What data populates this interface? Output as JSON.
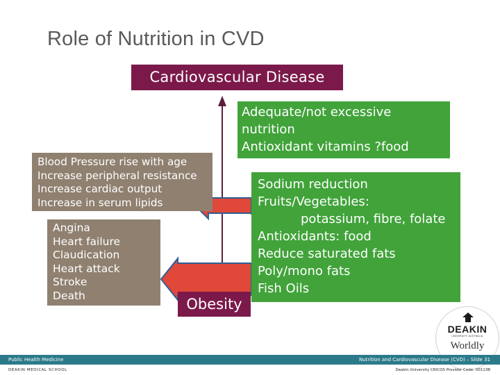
{
  "title": "Role of Nutrition in CVD",
  "cvd_label": "Cardiovascular Disease",
  "obesity_label": "Obesity",
  "green_top": [
    "Adequate/not excessive",
    "nutrition",
    "Antioxidant vitamins ?food"
  ],
  "green_main": [
    {
      "text": "Sodium reduction",
      "indent": false
    },
    {
      "text": "Fruits/Vegetables:",
      "indent": false
    },
    {
      "text": "potassium, fibre, folate",
      "indent": true
    },
    {
      "text": "Antioxidants: food",
      "indent": false
    },
    {
      "text": "Reduce saturated fats",
      "indent": false
    },
    {
      "text": "Poly/mono fats",
      "indent": false
    },
    {
      "text": "Fish Oils",
      "indent": false
    }
  ],
  "gray_top": [
    "Blood Pressure rise with age",
    "Increase peripheral resistance",
    "Increase cardiac output",
    "Increase in serum lipids"
  ],
  "gray_bottom": [
    "Angina",
    "Heart failure",
    "Claudication",
    "Heart attack",
    "Stroke",
    "Death"
  ],
  "logo": {
    "name": "DEAKIN",
    "subtitle": "UNIVERSITY AUSTRALIA",
    "tagline": "Worldly"
  },
  "footer": {
    "left": "Public Health Medicine",
    "right": "Nutrition and Cardiovascular Disease (CVD) – Slide 31",
    "school": "DEAKIN MEDICAL SCHOOL",
    "provider": "Deakin University CRICOS Provider Code: 00113B"
  },
  "colors": {
    "maroon": "#7b1a4a",
    "green": "#41a33a",
    "gray": "#8f8070",
    "arrow_red": "#e0483a",
    "arrow_blue": "#2e5f95",
    "footer_bar": "#2b7a8a"
  }
}
